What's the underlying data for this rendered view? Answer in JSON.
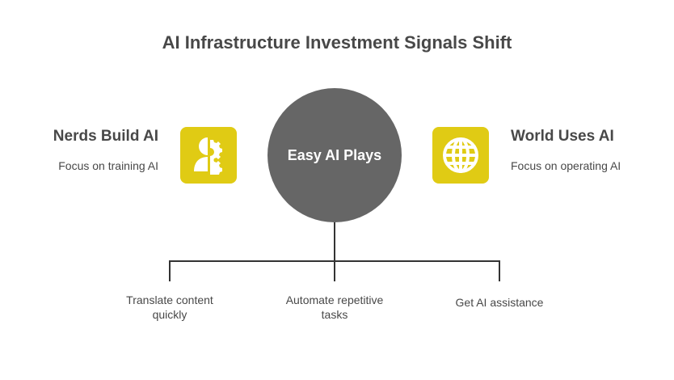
{
  "title": "AI Infrastructure Investment Signals Shift",
  "center": {
    "label": "Easy AI Plays",
    "color": "#666666"
  },
  "accent": "#e0cb14",
  "left": {
    "heading": "Nerds Build AI",
    "description": "Focus on training AI",
    "icon": "person-gear-icon"
  },
  "right": {
    "heading": "World Uses AI",
    "description": "Focus on operating AI",
    "icon": "globe-icon"
  },
  "branches": [
    {
      "line1": "Translate content",
      "line2": "quickly"
    },
    {
      "line1": "Automate repetitive",
      "line2": "tasks"
    },
    {
      "line1": "Get AI assistance",
      "line2": ""
    }
  ]
}
